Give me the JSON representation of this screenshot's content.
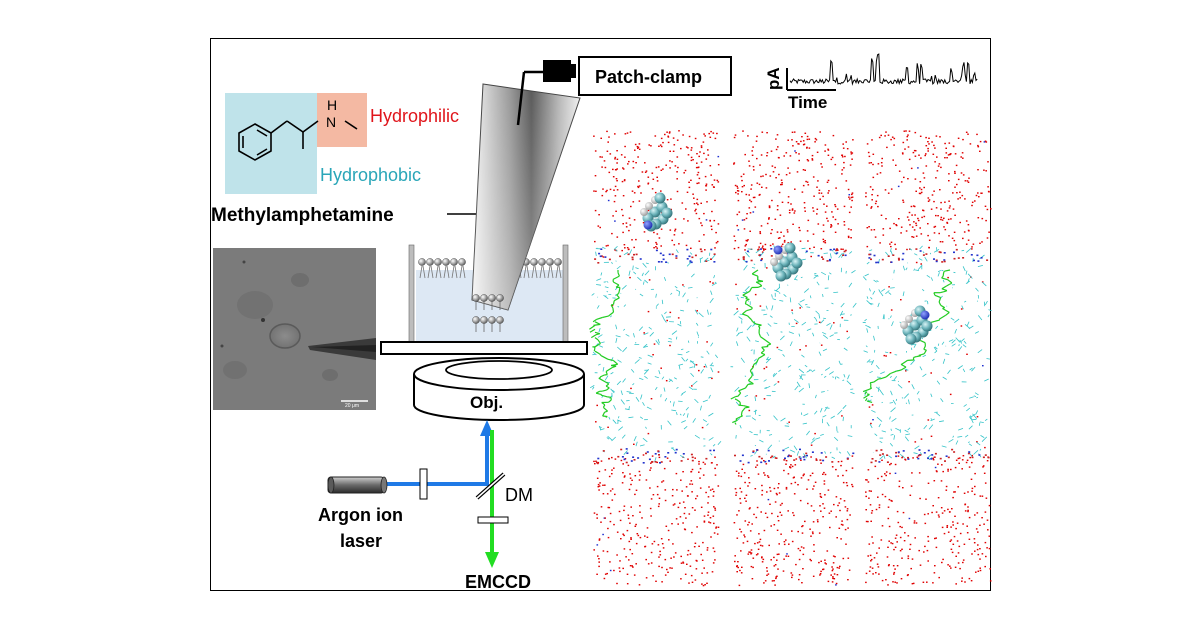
{
  "labels": {
    "patch_clamp": "Patch-clamp",
    "current_unit": "pA",
    "time": "Time",
    "hydrophilic_part1": "Hydroph",
    "hydrophilic_part2": "ilic",
    "hydrophobic": "Hydrophobic",
    "molecule_name": "Methylamphetamine",
    "nh_label": "H",
    "n_label": "N",
    "objective": "Obj.",
    "dichroic_mirror": "DM",
    "laser_line1": "Argon ion",
    "laser_line2": "laser",
    "detector": "EMCCD",
    "scale_bar": "20 μm"
  },
  "colors": {
    "hydrophilic_text": "#e0151b",
    "hydrophobic_text": "#2aa6b8",
    "hydrophilic_box": "#f4b9a3",
    "hydrophobic_box": "#bfe3ea",
    "excitation_beam": "#1f7ae6",
    "emission_beam": "#22dd22",
    "water_oxygen": "#e00000",
    "lipid_tail": "#33c3c8",
    "lipid_highlight": "#22cc22",
    "molecule": "#5fa8b0"
  },
  "icons": {
    "benzene": "benzene-ring-structure",
    "pipette": "glass-pipette-icon",
    "laser": "laser-cylinder-icon",
    "objective": "objective-lens-icon"
  }
}
